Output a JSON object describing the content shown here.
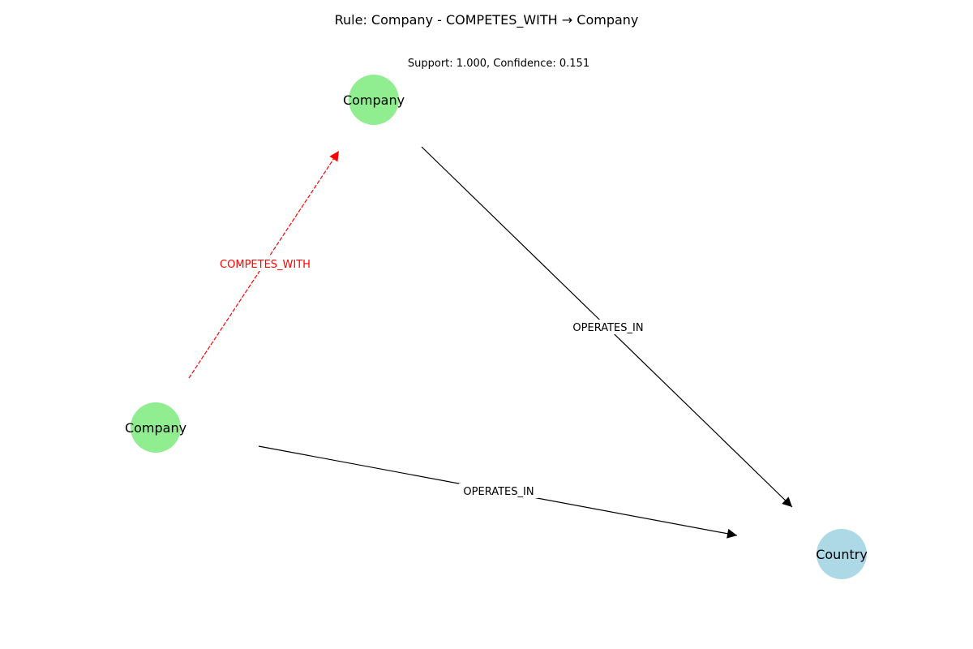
{
  "title": "Rule: Company - COMPETES_WITH → Company",
  "subtitle": "Support: 1.000, Confidence: 0.151",
  "colors": {
    "company": "#90ee90",
    "country": "#add8e6",
    "rule_edge": "#ff0000",
    "edge": "#000000"
  },
  "nodes": [
    {
      "id": "n1",
      "label": "Company",
      "type": "company"
    },
    {
      "id": "n2",
      "label": "Company",
      "type": "company"
    },
    {
      "id": "n3",
      "label": "Country",
      "type": "country"
    }
  ],
  "edges": [
    {
      "id": "e1",
      "from": "n1",
      "to": "n2",
      "label": "COMPETES_WITH",
      "style": "dashed",
      "color": "#ff0000"
    },
    {
      "id": "e2",
      "from": "n2",
      "to": "n3",
      "label": "OPERATES_IN",
      "style": "solid",
      "color": "#000000"
    },
    {
      "id": "e3",
      "from": "n1",
      "to": "n3",
      "label": "OPERATES_IN",
      "style": "solid",
      "color": "#000000"
    }
  ]
}
